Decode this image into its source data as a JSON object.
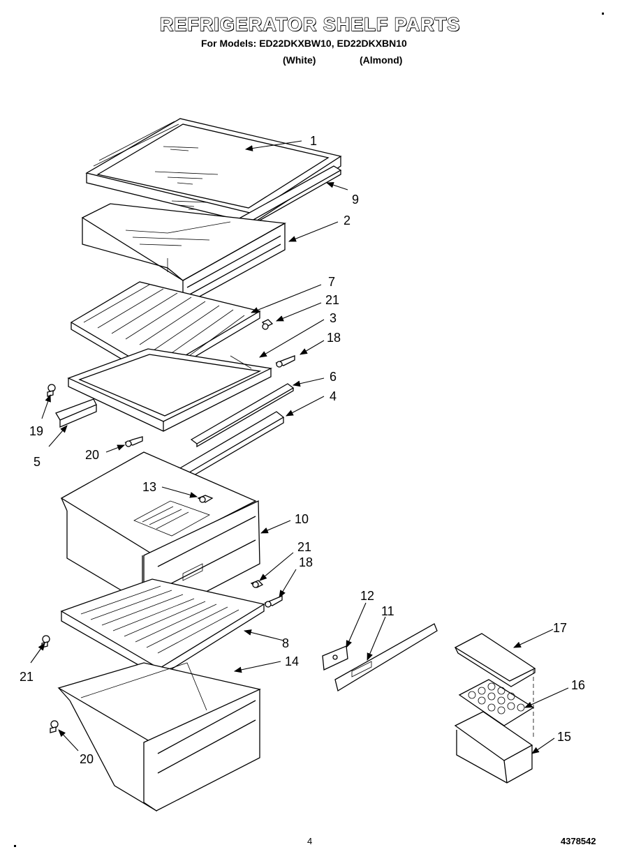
{
  "header": {
    "title": "REFRIGERATOR SHELF PARTS",
    "models_line": "For Models: ED22DKXBW10, ED22DKXBN10",
    "variant_1": "(White)",
    "variant_2": "(Almond)"
  },
  "callouts": {
    "c1": "1",
    "c2": "2",
    "c3": "3",
    "c4": "4",
    "c5": "5",
    "c6": "6",
    "c7": "7",
    "c8": "8",
    "c9": "9",
    "c10": "10",
    "c11": "11",
    "c12": "12",
    "c13": "13",
    "c14": "14",
    "c15": "15",
    "c16": "16",
    "c17": "17",
    "c18a": "18",
    "c18b": "18",
    "c19": "19",
    "c20a": "20",
    "c20b": "20",
    "c21a": "21",
    "c21b": "21",
    "c21c": "21"
  },
  "footer": {
    "page_number": "4",
    "document_number": "4378542"
  }
}
